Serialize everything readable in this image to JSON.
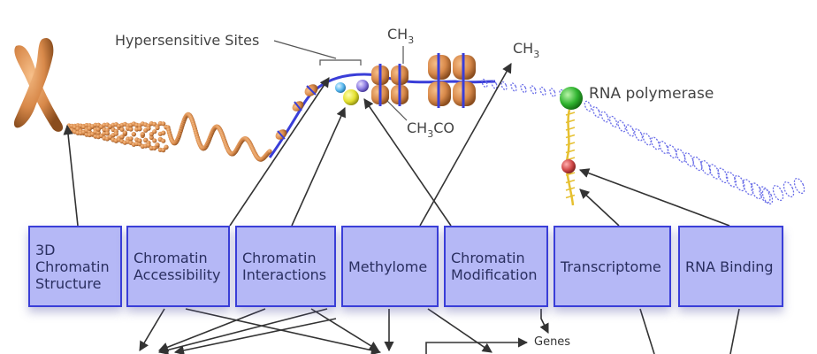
{
  "labels": {
    "hypersensitive": "Hypersensitive Sites",
    "ch3_left": "CH",
    "ch3_left_sub": "3",
    "ch3co": "CH",
    "ch3co_sub": "3",
    "ch3co_tail": "CO",
    "ch3_right": "CH",
    "ch3_right_sub": "3",
    "rna_pol": "RNA polymerase",
    "genes": "Genes"
  },
  "boxes": [
    {
      "id": "3d",
      "label": "3D\nChromatin\nStructure"
    },
    {
      "id": "access",
      "label": "Chromatin\nAccessibility"
    },
    {
      "id": "inter",
      "label": "Chromatin\nInteractions"
    },
    {
      "id": "meth",
      "label": "Methylome"
    },
    {
      "id": "mod",
      "label": "Chromatin\nModification"
    },
    {
      "id": "trans",
      "label": "Transcriptome"
    },
    {
      "id": "rnab",
      "label": "RNA Binding"
    }
  ],
  "colors": {
    "box_fill": "#b5b8f6",
    "box_border": "#3a3ed8",
    "chromatin": "#d8894a",
    "dna": "#3a3ed8",
    "rna_pol": "#2fb32f",
    "arrow": "#333333"
  }
}
